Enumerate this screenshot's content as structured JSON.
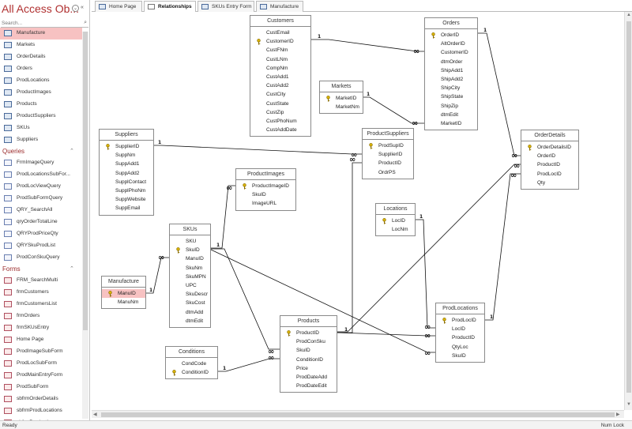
{
  "nav": {
    "title": "All Access Ob...",
    "search_placeholder": "Search...",
    "items": [
      {
        "label": "Manufacture",
        "kind": "table",
        "selected": true
      },
      {
        "label": "Markets",
        "kind": "table"
      },
      {
        "label": "OrderDetails",
        "kind": "table"
      },
      {
        "label": "Orders",
        "kind": "table"
      },
      {
        "label": "ProdLocations",
        "kind": "table"
      },
      {
        "label": "ProductImages",
        "kind": "table"
      },
      {
        "label": "Products",
        "kind": "table"
      },
      {
        "label": "ProductSuppliers",
        "kind": "table"
      },
      {
        "label": "SKUs",
        "kind": "table"
      },
      {
        "label": "Suppliers",
        "kind": "table"
      }
    ],
    "queries_heading": "Queries",
    "queries": [
      "FrmImageQuery",
      "ProdLocationsSubFor...",
      "ProdLocViewQuery",
      "ProdSubFormQuery",
      "QRY_SearchAll",
      "qryOrderTotalLine",
      "QRYProdPriceQty",
      "QRYSkuProdList",
      "ProdConSkuQuery"
    ],
    "forms_heading": "Forms",
    "forms": [
      "FRM_SearchMulti",
      "frmCustomers",
      "frmCustomersList",
      "frmOrders",
      "frmSKUsEntry",
      "Home Page",
      "ProdImageSubForm",
      "ProdLocSubForm",
      "ProdMainEntryForm",
      "ProdSubForm",
      "sbfrmOrderDetails",
      "sbfrmProdLocations",
      "sbfrmProductImages"
    ]
  },
  "tabs": [
    {
      "label": "Home Page"
    },
    {
      "label": "Relationships",
      "active": true
    },
    {
      "label": "SKUs Entry Form"
    },
    {
      "label": "Manufacture"
    }
  ],
  "tables": {
    "customers": {
      "title": "Customers",
      "fields": [
        "CustEmail",
        "CustomerID",
        "CustFNm",
        "CustLNm",
        "CompNm",
        "CustAdd1",
        "CustAdd2",
        "CustCity",
        "CustState",
        "CustZip",
        "CustPhoNum",
        "CustAddDate"
      ],
      "pk": [
        1
      ]
    },
    "orders": {
      "title": "Orders",
      "fields": [
        "OrderID",
        "AltOrderID",
        "CustomerID",
        "dtmOrder",
        "ShipAdd1",
        "ShipAdd2",
        "ShipCity",
        "ShipState",
        "ShipZip",
        "dtmEdit",
        "MarketID"
      ],
      "pk": [
        0
      ]
    },
    "markets": {
      "title": "Markets",
      "fields": [
        "MarketID",
        "MarketNm"
      ],
      "pk": [
        0
      ]
    },
    "suppliers": {
      "title": "Suppliers",
      "fields": [
        "SupplierID",
        "SuppNm",
        "SuppAdd1",
        "SuppAdd2",
        "SupplContact",
        "SupplPhoNm",
        "SuppWebsite",
        "SuppEmail"
      ],
      "pk": [
        0
      ]
    },
    "productsuppliers": {
      "title": "ProductSuppliers",
      "fields": [
        "ProdSupID",
        "SupplierID",
        "ProductID",
        "OrdrPS"
      ],
      "pk": [
        0
      ]
    },
    "orderdetails": {
      "title": "OrderDetails",
      "fields": [
        "OrderDetailsID",
        "OrderID",
        "ProductID",
        "ProdLocID",
        "Qty"
      ],
      "pk": [
        0
      ]
    },
    "productimages": {
      "title": "ProductImages",
      "fields": [
        "ProductImageID",
        "SkuID",
        "ImageURL"
      ],
      "pk": [
        0
      ]
    },
    "locations": {
      "title": "Locations",
      "fields": [
        "LocID",
        "LocNm"
      ],
      "pk": [
        0
      ]
    },
    "skus": {
      "title": "SKUs",
      "fields": [
        "SKU",
        "SkuID",
        "ManuID",
        "SkuNm",
        "SkuMPN",
        "UPC",
        "SkuDescr",
        "SkuCost",
        "dtmAdd",
        "dtmEdit"
      ],
      "pk": [
        1
      ]
    },
    "manufacture": {
      "title": "Manufacture",
      "fields": [
        "ManuID",
        "ManuNm"
      ],
      "pk": [
        0
      ],
      "selected": [
        0
      ]
    },
    "products": {
      "title": "Products",
      "fields": [
        "ProductID",
        "ProdConSku",
        "SkuID",
        "ConditionID",
        "Price",
        "ProdDateAdd",
        "ProdDateEdit"
      ],
      "pk": [
        0
      ]
    },
    "prodlocations": {
      "title": "ProdLocations",
      "fields": [
        "ProdLocID",
        "LocID",
        "ProductID",
        "QtyLoc",
        "SkuID"
      ],
      "pk": [
        0
      ]
    },
    "conditions": {
      "title": "Conditions",
      "fields": [
        "CondCode",
        "ConditionID"
      ],
      "pk": [
        1
      ]
    }
  },
  "relationship_marks": {
    "one": "1",
    "many": "∞"
  },
  "status": {
    "left": "Ready",
    "right": "Num Lock"
  }
}
